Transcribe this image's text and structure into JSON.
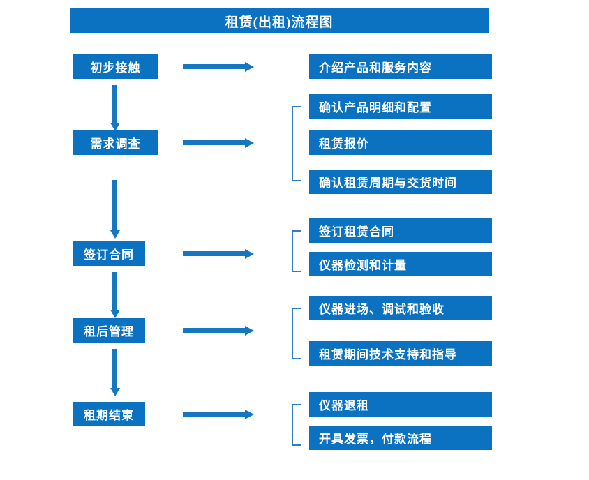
{
  "diagram": {
    "title": "租赁(出租)流程图",
    "colors": {
      "box_fill": "#0a72c0",
      "box_text": "#ffffff",
      "arrow": "#1577c2",
      "bracket": "#2f7ec0",
      "background": "#ffffff"
    },
    "stages": [
      {
        "id": "stage-1",
        "label": "初步接触",
        "details": [
          "介绍产品和服务内容"
        ],
        "bracketed": false
      },
      {
        "id": "stage-2",
        "label": "需求调查",
        "details": [
          "确认产品明细和配置",
          "租赁报价",
          "确认租赁周期与交货时间"
        ],
        "bracketed": true
      },
      {
        "id": "stage-3",
        "label": "签订合同",
        "details": [
          "签订租赁合同",
          "仪器检测和计量"
        ],
        "bracketed": true
      },
      {
        "id": "stage-4",
        "label": "租后管理",
        "details": [
          "仪器进场、调试和验收",
          "租赁期间技术支持和指导"
        ],
        "bracketed": true
      },
      {
        "id": "stage-5",
        "label": "租期结束",
        "details": [
          "仪器退租",
          "开具发票，付款流程"
        ],
        "bracketed": true
      }
    ],
    "connectors": {
      "vertical_arrow_count": 4,
      "horizontal_arrow_count": 5
    }
  }
}
